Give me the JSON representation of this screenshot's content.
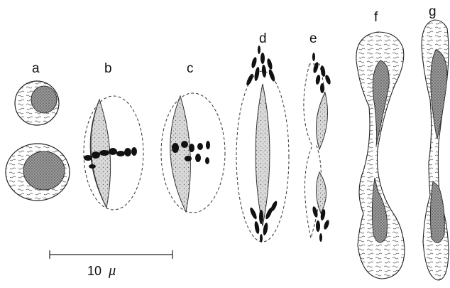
{
  "figure": {
    "panel_labels": [
      "a",
      "b",
      "c",
      "d",
      "e",
      "f",
      "g"
    ],
    "scale_bar": {
      "value": "10",
      "unit": "µ"
    }
  }
}
